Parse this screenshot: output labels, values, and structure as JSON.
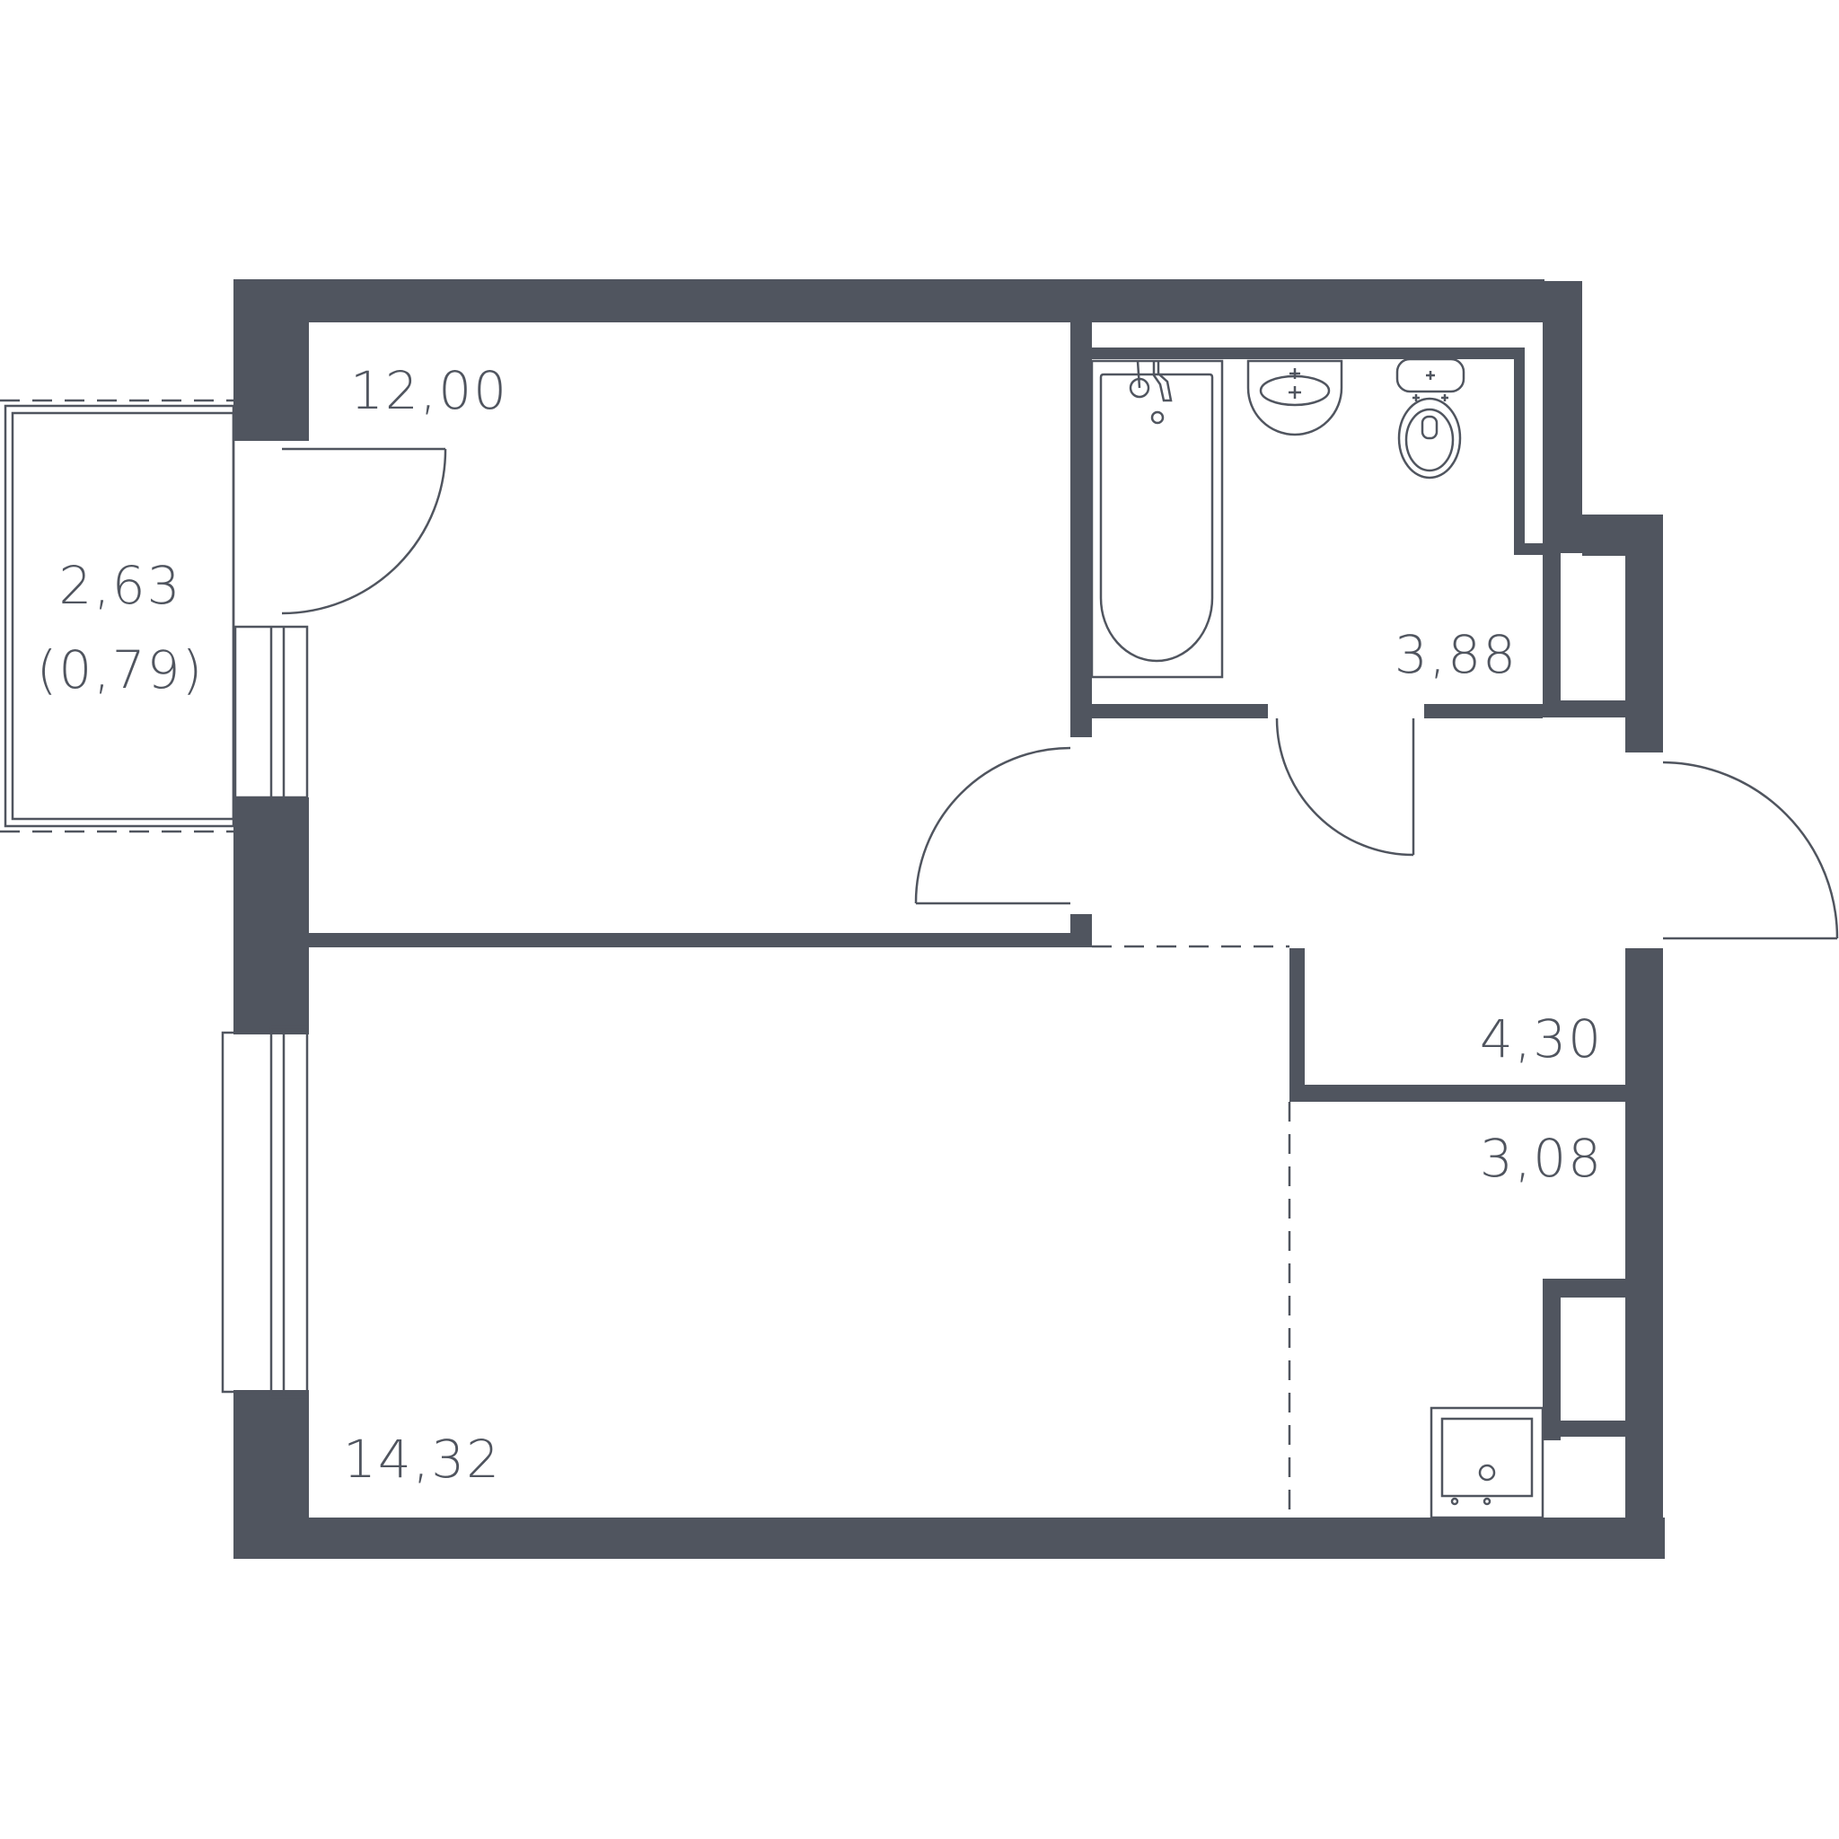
{
  "rooms": {
    "room_top": {
      "area": "12,00"
    },
    "balcony": {
      "area": "2,63",
      "reduced_area": "(0,79)"
    },
    "bathroom": {
      "area": "3,88"
    },
    "hallway": {
      "area": "4,30"
    },
    "kitchen": {
      "area": "3,08"
    },
    "room_bottom": {
      "area": "14,32"
    }
  },
  "colors": {
    "walls": "#50555f",
    "background": "#ffffff"
  }
}
